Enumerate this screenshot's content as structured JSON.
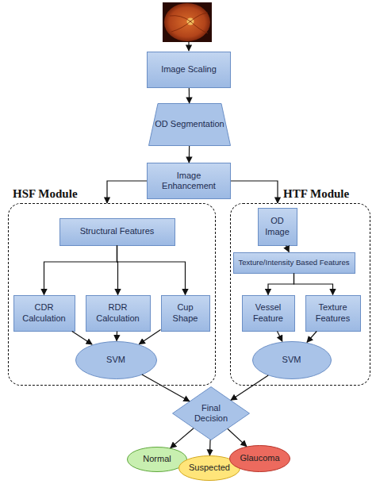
{
  "diagram": {
    "nodes": [
      {
        "text": [
          "Image Scaling"
        ]
      },
      {
        "text": [
          "OD Segmentation"
        ]
      },
      {
        "text": [
          "Image Enhancement"
        ]
      },
      {
        "text": [
          "HSF Module"
        ]
      },
      {
        "text": [
          "Structural Features"
        ],
        "in": 3
      },
      {
        "text": [
          "CDR Calculation"
        ],
        "in": 3
      },
      {
        "text": [
          "RDR Calculation"
        ],
        "in": 3
      },
      {
        "text": [
          "Cup Shape"
        ],
        "in": 3
      },
      {
        "text": [
          "SVM"
        ],
        "in": 3
      },
      {
        "text": [
          "HTF Module"
        ]
      },
      {
        "text": [
          "OD Image"
        ],
        "in": 9
      },
      {
        "text": [
          "Texture/Intensity Based Features"
        ],
        "in": 9
      },
      {
        "text": [
          "Vessel Feature"
        ],
        "in": 9
      },
      {
        "text": [
          "Texture Features"
        ],
        "in": 9
      },
      {
        "text": [
          "SVM"
        ],
        "in": 9
      },
      {
        "text": [
          "Final Decision"
        ]
      },
      {
        "text": [
          "Normal"
        ]
      },
      {
        "text": [
          "Suspected"
        ]
      },
      {
        "text": [
          "Glaucoma"
        ]
      }
    ],
    "edges": [
      {
        "from": 0,
        "to": 1,
        "arrow": "to"
      },
      {
        "from": 1,
        "to": 2,
        "arrow": "to"
      },
      {
        "from": 2,
        "to": 3,
        "arrow": "to"
      },
      {
        "from": 2,
        "to": 9,
        "arrow": "to"
      },
      {
        "from": 4,
        "to": 5,
        "arrow": "to"
      },
      {
        "from": 4,
        "to": 6,
        "arrow": "to"
      },
      {
        "from": 4,
        "to": 7,
        "arrow": "to"
      },
      {
        "from": 5,
        "to": 8,
        "arrow": "to"
      },
      {
        "from": 6,
        "to": 8,
        "arrow": "to"
      },
      {
        "from": 7,
        "to": 8,
        "arrow": "to"
      },
      {
        "from": 10,
        "to": 11,
        "arrow": "to"
      },
      {
        "from": 11,
        "to": 12,
        "arrow": "to"
      },
      {
        "from": 11,
        "to": 13,
        "arrow": "to"
      },
      {
        "from": 12,
        "to": 14,
        "arrow": "to"
      },
      {
        "from": 13,
        "to": 14,
        "arrow": "to"
      },
      {
        "from": 8,
        "to": 15,
        "arrow": "to"
      },
      {
        "from": 14,
        "to": 15,
        "arrow": "to"
      },
      {
        "from": 15,
        "to": 16,
        "arrow": "to"
      },
      {
        "from": 15,
        "to": 17,
        "arrow": "to"
      },
      {
        "from": 15,
        "to": 18,
        "arrow": "to"
      }
    ]
  }
}
